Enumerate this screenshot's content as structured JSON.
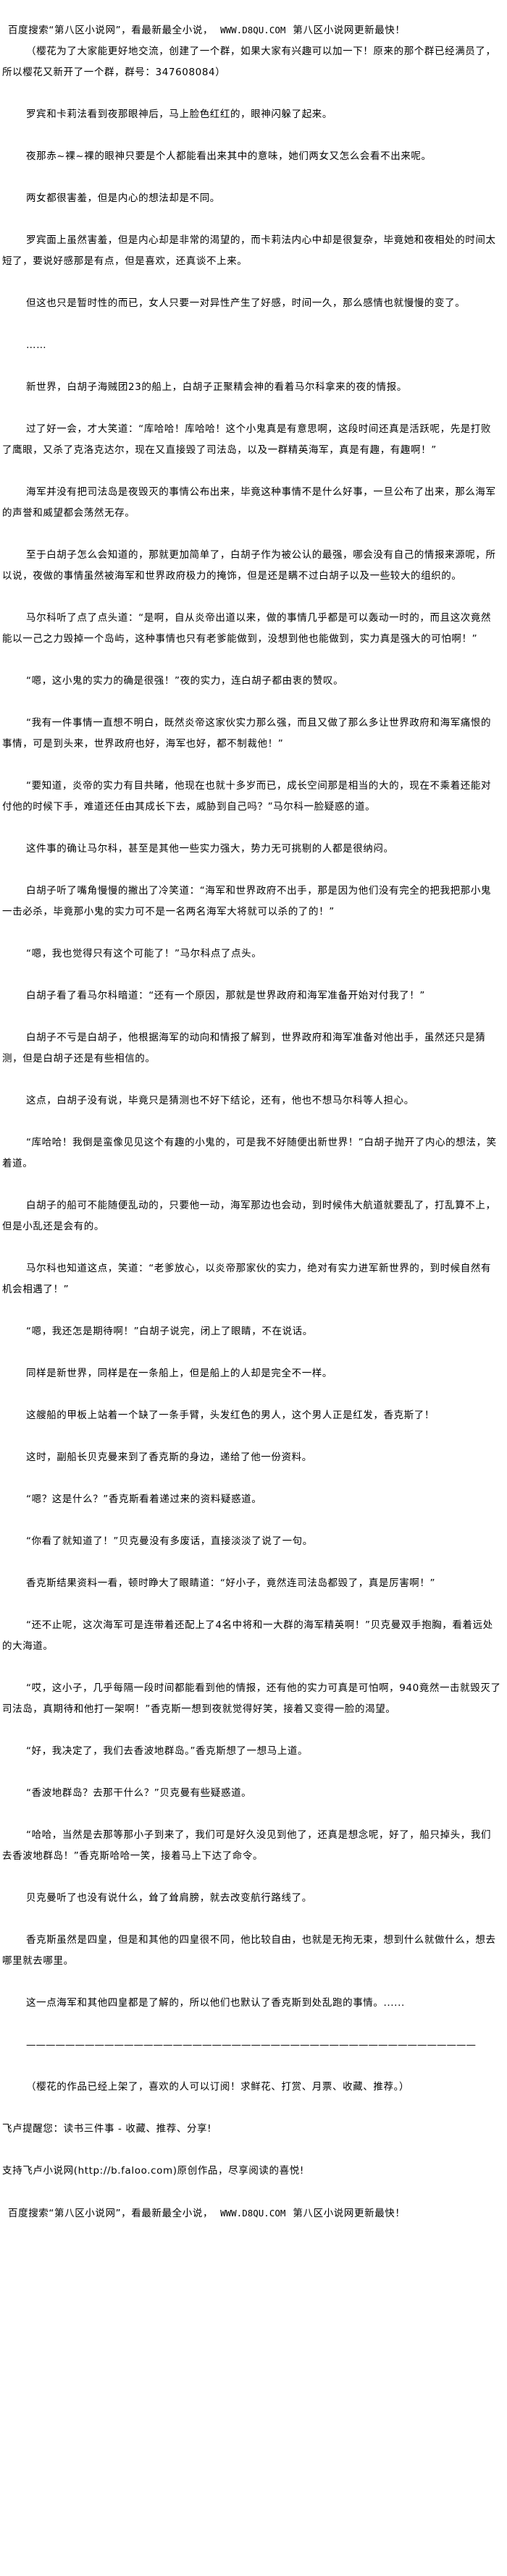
{
  "banner": {
    "prefix": "百度搜索“第八区小说网”，看最新最全小说，",
    "url": "WWW.D8QU.COM",
    "suffix": "第八区小说网更新最快！"
  },
  "notice": "（樱花为了大家能更好地交流，创建了一个群，如果大家有兴趣可以加一下！原来的那个群已经满员了，所以樱花又新开了一个群，群号：347608084）",
  "paragraphs": [
    "罗宾和卡莉法看到夜那眼神后，马上脸色红红的，眼神闪躲了起来。",
    "夜那赤~裸~裸的眼神只要是个人都能看出来其中的意味，她们两女又怎么会看不出来呢。",
    "两女都很害羞，但是内心的想法却是不同。",
    "罗宾面上虽然害羞，但是内心却是非常的渴望的，而卡莉法内心中却是很复杂，毕竟她和夜相处的时间太短了，要说好感那是有点，但是喜欢，还真谈不上来。",
    "但这也只是暂时性的而已，女人只要一对异性产生了好感，时间一久，那么感情也就慢慢的变了。",
    "……",
    "新世界，白胡子海贼团23的船上，白胡子正聚精会神的看着马尔科拿来的夜的情报。",
    "过了好一会，才大笑道：“库哈哈！库哈哈！这个小鬼真是有意思啊，这段时间还真是活跃呢，先是打败了鹰眼，又杀了克洛克达尔，现在又直接毁了司法岛，以及一群精英海军，真是有趣，有趣啊！”",
    "海军并没有把司法岛是夜毁灭的事情公布出来，毕竟这种事情不是什么好事，一旦公布了出来，那么海军的声誉和威望都会荡然无存。",
    "至于白胡子怎么会知道的，那就更加简单了，白胡子作为被公认的最强，哪会没有自己的情报来源呢，所以说，夜做的事情虽然被海军和世界政府极力的掩饰，但是还是瞒不过白胡子以及一些较大的组织的。",
    "马尔科听了点了点头道：“是啊，自从炎帝出道以来，做的事情几乎都是可以轰动一时的，而且这次竟然能以一己之力毁掉一个岛屿，这种事情也只有老爹能做到，没想到他也能做到，实力真是强大的可怕啊！”",
    "“嗯，这小鬼的实力的确是很强！”夜的实力，连白胡子都由衷的赞叹。",
    "“我有一件事情一直想不明白，既然炎帝这家伙实力那么强，而且又做了那么多让世界政府和海军痛恨的事情，可是到头来，世界政府也好，海军也好，都不制裁他！”",
    "“要知道，炎帝的实力有目共睹，他现在也就十多岁而已，成长空间那是相当的大的，现在不乘着还能对付他的时候下手，难道还任由其成长下去，威胁到自己吗？”马尔科一脸疑惑的道。",
    "这件事的确让马尔科，甚至是其他一些实力强大，势力无可挑剔的人都是很纳闷。",
    "白胡子听了嘴角慢慢的撇出了冷笑道：“海军和世界政府不出手，那是因为他们没有完全的把我把那小鬼一击必杀，毕竟那小鬼的实力可不是一名两名海军大将就可以杀的了的！”",
    "“嗯，我也觉得只有这个可能了！”马尔科点了点头。",
    "白胡子看了看马尔科暗道：“还有一个原因，那就是世界政府和海军准备开始对付我了！”",
    "白胡子不亏是白胡子，他根据海军的动向和情报了解到，世界政府和海军准备对他出手，虽然还只是猜测，但是白胡子还是有些相信的。",
    "这点，白胡子没有说，毕竟只是猜测也不好下结论，还有，他也不想马尔科等人担心。",
    "“库哈哈！我倒是蛮像见见这个有趣的小鬼的，可是我不好随便出新世界！”白胡子抛开了内心的想法，笑着道。",
    "白胡子的船可不能随便乱动的，只要他一动，海军那边也会动，到时候伟大航道就要乱了，打乱算不上，但是小乱还是会有的。",
    "马尔科也知道这点，笑道：“老爹放心，以炎帝那家伙的实力，绝对有实力进军新世界的，到时候自然有机会相遇了！”",
    "“嗯，我还怎是期待啊！”白胡子说完，闭上了眼睛，不在说话。",
    "同样是新世界，同样是在一条船上，但是船上的人却是完全不一样。",
    "这艘船的甲板上站着一个缺了一条手臂，头发红色的男人，这个男人正是红发，香克斯了！",
    "这时，副船长贝克曼来到了香克斯的身边，递给了他一份资料。",
    "“嗯？这是什么？”香克斯看着递过来的资料疑惑道。",
    "“你看了就知道了！”贝克曼没有多废话，直接淡淡了说了一句。",
    "香克斯结果资料一看，顿时睁大了眼睛道：“好小子，竟然连司法岛都毁了，真是厉害啊！”",
    "“还不止呢，这次海军可是连带着还配上了4名中将和一大群的海军精英啊！”贝克曼双手抱胸，看着远处的大海道。",
    "“哎，这小子，几乎每隔一段时间都能看到他的情报，还有他的实力可真是可怕啊，940竟然一击就毁灭了司法岛，真期待和他打一架啊！”香克斯一想到夜就觉得好笑，接着又变得一脸的渴望。",
    "“好，我决定了，我们去香波地群岛。”香克斯想了一想马上道。",
    "“香波地群岛？去那干什么？”贝克曼有些疑惑道。",
    "“哈哈，当然是去那等那小子到来了，我们可是好久没见到他了，还真是想念呢，好了，船只掉头，我们去香波地群岛！”香克斯哈哈一笑，接着马上下达了命令。",
    "贝克曼听了也没有说什么，耸了耸肩膀，就去改变航行路线了。",
    "香克斯虽然是四皇，但是和其他的四皇很不同，他比较自由，也就是无拘无束，想到什么就做什么，想去哪里就去哪里。",
    "这一点海军和其他四皇都是了解的，所以他们也默认了香克斯到处乱跑的事情。......"
  ],
  "divider": "——————————————————————————————————————————————",
  "author_note": "（樱花的作品已经上架了，喜欢的人可以订阅！求鲜花、打赏、月票、收藏、推荐。）",
  "footer": {
    "reminder": "飞卢提醒您：读书三件事 - 收藏、推荐、分享!",
    "support": "支持飞卢小说网(http://b.faloo.com)原创作品，尽享阅读的喜悦!"
  }
}
